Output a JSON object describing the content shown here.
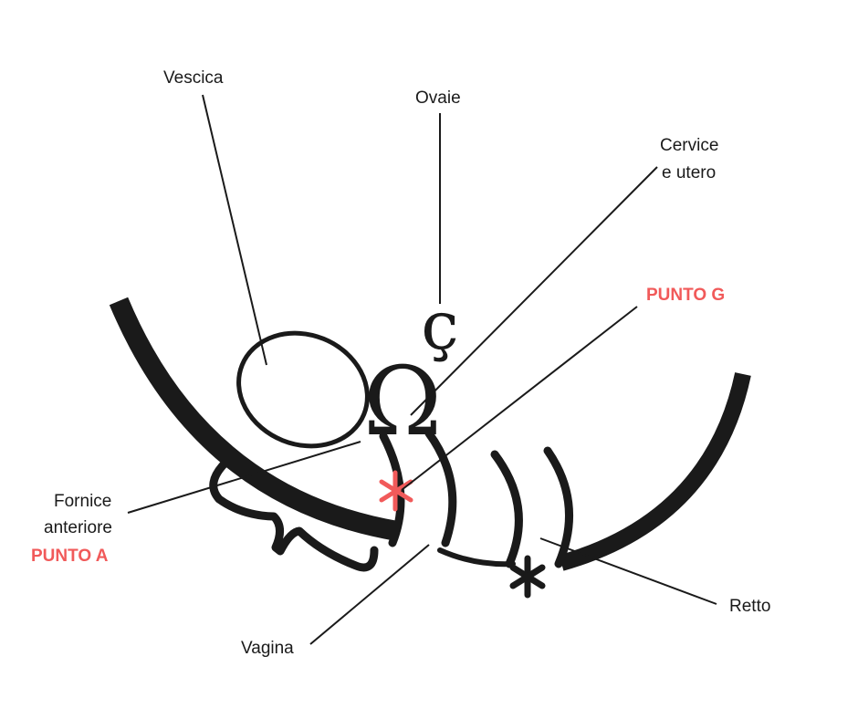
{
  "labels": {
    "vescica": "Vescica",
    "ovaie": "Ovaie",
    "cervice_line1": "Cervice",
    "cervice_line2": "e utero",
    "punto_g": "PUNTO G",
    "fornice_line1": "Fornice",
    "fornice_line2": "anteriore",
    "punto_a": "PUNTO A",
    "retto": "Retto",
    "vagina": "Vagina"
  },
  "glyphs": {
    "ovary_symbol": "ç",
    "uterus_symbol": "Ω"
  },
  "colors": {
    "ink": "#1a1a1a",
    "accent": "#f15a5a",
    "background": "#ffffff"
  }
}
